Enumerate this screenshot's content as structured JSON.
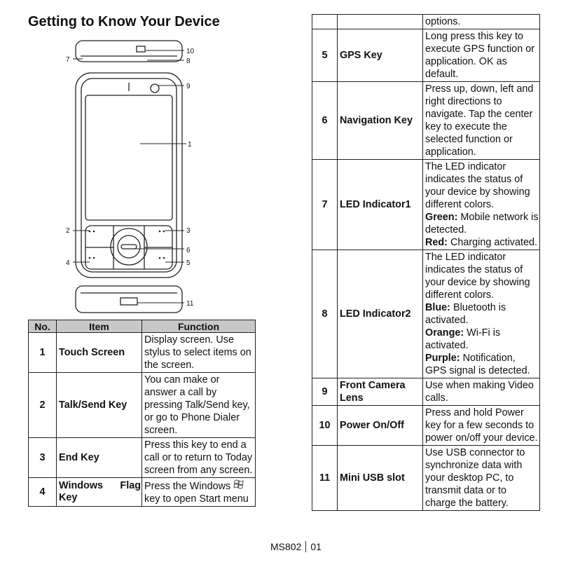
{
  "page_title": "Getting to Know Your Device",
  "callouts": [
    "1",
    "2",
    "3",
    "4",
    "5",
    "6",
    "7",
    "8",
    "9",
    "10",
    "11"
  ],
  "table_headers": {
    "no": "No.",
    "item": "Item",
    "function": "Function"
  },
  "rows_left": [
    {
      "no": "1",
      "item": "Touch Screen",
      "function": "Display screen. Use stylus to select items on the screen."
    },
    {
      "no": "2",
      "item": "Talk/Send Key",
      "function": "You can make or answer a call by pressing Talk/Send key, or go to Phone Dialer screen."
    },
    {
      "no": "3",
      "item": "End Key",
      "function": "Press this key to end a call or to return to Today screen from any screen."
    },
    {
      "no": "4",
      "item_line1": "Windows Flag",
      "item_line2": "Key",
      "function": "Press the Windows key to open Start menu",
      "function_line1": "Press the Windows",
      "function_line2": "key to open Start menu"
    }
  ],
  "right_top_continued": "options.",
  "rows_right": [
    {
      "no": "5",
      "item": "GPS Key",
      "function": "Long press this key to execute GPS function or application. OK as default."
    },
    {
      "no": "6",
      "item": "Navigation Key",
      "function": "Press up, down, left and right directions to navigate. Tap the center key to execute the selected function or application."
    },
    {
      "no": "7",
      "item": "LED Indicator1",
      "text": "The LED indicator indicates the status of your device by showing different colors.",
      "details": [
        {
          "label": "Green:",
          "text": " Mobile network is detected."
        },
        {
          "label": "Red:",
          "text": " Charging activated."
        }
      ]
    },
    {
      "no": "8",
      "item": "LED Indicator2",
      "text": "The LED indicator indicates the status of your device by showing different colors.",
      "details": [
        {
          "label": "Blue:",
          "text": " Bluetooth is activated."
        },
        {
          "label": "Orange:",
          "text": " Wi-Fi is activated."
        },
        {
          "label": "Purple:",
          "text": " Notification, GPS signal is detected."
        }
      ]
    },
    {
      "no": "9",
      "item": "Front Camera Lens",
      "function": "Use when making Video calls."
    },
    {
      "no": "10",
      "item": "Power On/Off",
      "function": "Press and hold Power key for a few seconds to power on/off your device."
    },
    {
      "no": "11",
      "item": "Mini USB slot",
      "function": "Use USB connector to synchronize data with your desktop PC, to transmit data or to charge the battery."
    }
  ],
  "footer": {
    "model": "MS802",
    "page": "01"
  }
}
